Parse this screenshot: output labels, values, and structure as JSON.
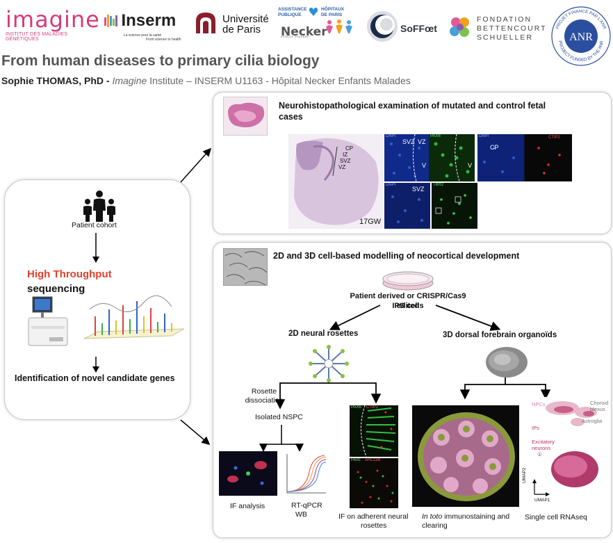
{
  "logos": {
    "imagine": {
      "word": "imagine",
      "subtitle": "INSTITUT DES MALADIES GÉNÉTIQUES"
    },
    "inserm": {
      "word": "Inserm",
      "tagline1": "La science pour la santé",
      "tagline2": "From science to health"
    },
    "universite": {
      "line1": "Université",
      "line2": "de Paris"
    },
    "aphp": {
      "line1": "ASSISTANCE",
      "line2": "PUBLIQUE",
      "line3": "HÔPITAUX",
      "line4": "DE PARIS",
      "necker": "Necker",
      "necker_sub": "enfants malades"
    },
    "soffoet": {
      "word": "SoFFœt"
    },
    "fondation": {
      "line1": "FONDATION",
      "line2": "BETTENCOURT",
      "line3": "SCHUELLER"
    },
    "anr": {
      "center": "ANR",
      "ring_top": "PROJET FINANCÉ PAR L'ANR",
      "ring_bottom": "PROJECT FUNDED BY THE ANR"
    }
  },
  "header": {
    "title": "From human diseases to primary cilia biology",
    "author": "Sophie THOMAS, PhD -",
    "institute_italic": "Imagine",
    "affiliation": "Institute – INSERM U1163 - Hôpital Necker Enfants Malades"
  },
  "left_panel": {
    "cohort_label": "Patient cohort",
    "high_throughput": "High Throughput",
    "sequencing": "sequencing",
    "identification": "Identification of novel candidate genes"
  },
  "neuro_panel": {
    "title_line1": "Neurohistopathological examination of mutated and control fetal",
    "title_line2": "cases",
    "section_labels": [
      "CP",
      "IZ",
      "SVZ",
      "VZ"
    ],
    "age_label": "17GW",
    "micro_labels": {
      "panel1_dapi": "DAPI",
      "panel1_pax6": "PAX6",
      "panel1_svz": "SVZ",
      "panel1_vz": "VZ",
      "panel1_v1": "V",
      "panel1_v2": "V",
      "panel2_dapi": "DAPI",
      "panel2_cp": "CP",
      "panel2_marker": "CTIP2",
      "panel3_dapi": "DAPI",
      "panel3_svz": "SVZ",
      "panel4_marker": "TBR2"
    }
  },
  "cell_panel": {
    "title": "2D and 3D cell-based modelling of neocortical development",
    "ips_line1": "Patient derived or CRISPR/Cas9 edited",
    "ips_line2": "IPS cells",
    "rosettes_2d": "2D neural rosettes",
    "organoids_3d": "3D dorsal forebrain organoïds",
    "rosette_dissociation_line1": "Rosette",
    "rosette_dissociation_line2": "dissociation",
    "isolated_nspc": "Isolated NSPC",
    "if_analysis": "IF analysis",
    "rtqpcr_line1": "RT-qPCR",
    "rtqpcr_line2": "WB",
    "if_adherent_line1": "IF on adherent neural",
    "if_adherent_line2": "rosettes",
    "in_toto_italic": "In toto",
    "in_toto_rest": "immunostaining and",
    "clearing": "clearing",
    "scrnaseq": "Single cell RNAseq",
    "adherent_labels": {
      "top_a": "PAX6",
      "top_b": "CTIP2",
      "bottom_a": "Peric",
      "bottom_b": "ARL13B"
    },
    "umap_labels": {
      "npcs": "NPCs",
      "ips": "IPs",
      "excitatory_line1": "Excitatory",
      "excitatory_line2": "neurons",
      "excitatory_num": "①",
      "choroid_line1": "Choroid",
      "choroid_line2": "plexus",
      "astroglia": "Astroglia",
      "umap1": "UMAP1",
      "umap2": "UMAP2"
    }
  },
  "colors": {
    "imagine_pink": "#d63b7a",
    "high_throughput_red": "#e0402a",
    "aphp_blue": "#2c5fa8",
    "anr_blue": "#2b4fa0"
  }
}
